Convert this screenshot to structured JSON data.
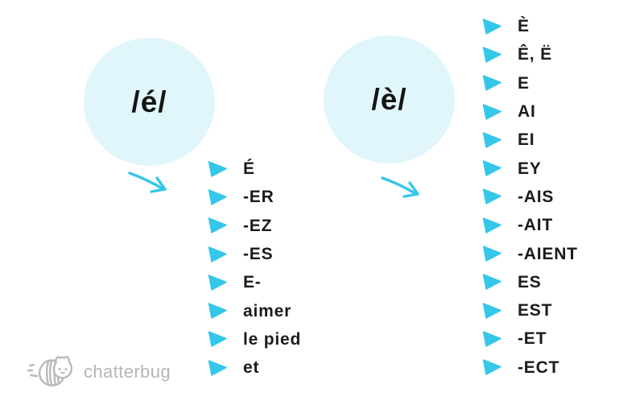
{
  "colors": {
    "accent_cyan": "#35c7ea",
    "circle_fill": "#e0f6fb",
    "text_black": "#1b1b1b",
    "logo_gray": "#b5b5b5",
    "background": "#ffffff"
  },
  "diagram": {
    "groups": [
      {
        "id": "e-acute",
        "label": "/é/",
        "items": [
          "É",
          "-ER",
          "-EZ",
          "-ES",
          "E-",
          "aimer",
          "le pied",
          "et"
        ]
      },
      {
        "id": "e-grave",
        "label": "/è/",
        "items": [
          "È",
          "Ê, Ë",
          "E",
          "AI",
          "EI",
          "EY",
          "-AIS",
          "-AIT",
          "-AIENT",
          "ES",
          "EST",
          "-ET",
          "-ECT"
        ]
      }
    ]
  },
  "logo": {
    "brand": "chatterbug",
    "icon": "bee-icon"
  }
}
